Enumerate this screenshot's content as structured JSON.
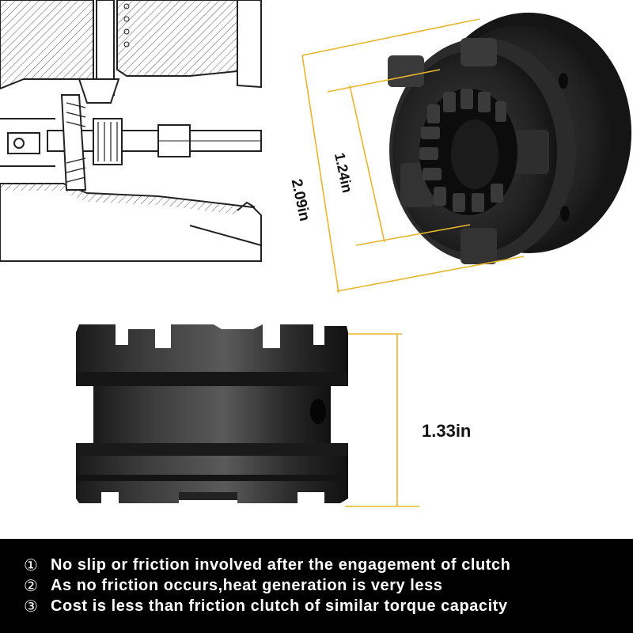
{
  "dimensions": {
    "outer_diameter": "2.09in",
    "inner_diameter": "1.24in",
    "height": "1.33in"
  },
  "features": [
    {
      "num": "①",
      "text": "No slip or friction involved after the engagement of clutch"
    },
    {
      "num": "②",
      "text": "As no friction occurs,heat generation is very less"
    },
    {
      "num": "③",
      "text": "Cost is less than friction clutch of similar torque capacity"
    }
  ],
  "colors": {
    "dimension_line": "#e8b62c",
    "footer_bg": "#000000",
    "footer_text": "#ffffff",
    "part_metal": "#2a2a2a"
  }
}
